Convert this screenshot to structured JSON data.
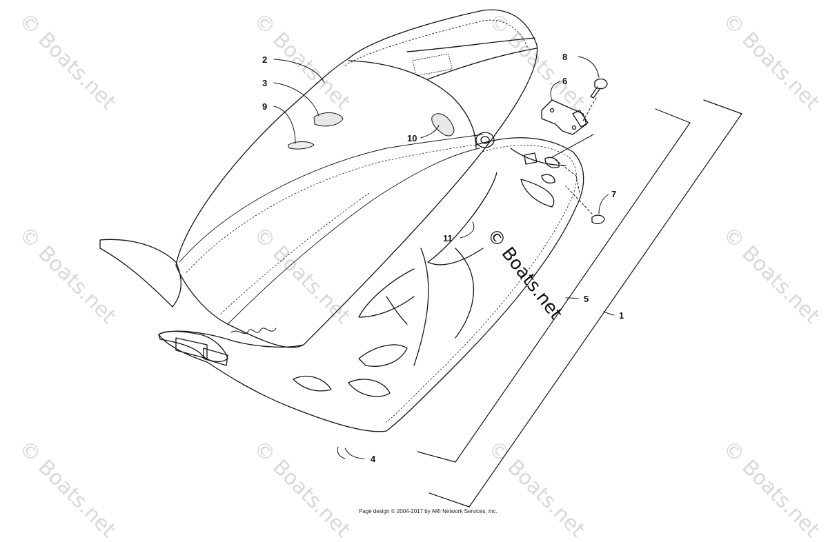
{
  "watermark": {
    "text": "© Boats.net",
    "color": "#d9d9d9"
  },
  "callouts": {
    "c1": "1",
    "c2": "2",
    "c3": "3",
    "c4": "4",
    "c5": "5",
    "c6": "6",
    "c7": "7",
    "c8": "8",
    "c9": "9",
    "c10": "10",
    "c11": "11"
  },
  "footer": {
    "text": "Page design © 2004-2017 by ARI Network Services, Inc."
  },
  "icons": {
    "line_color": "#111111"
  }
}
